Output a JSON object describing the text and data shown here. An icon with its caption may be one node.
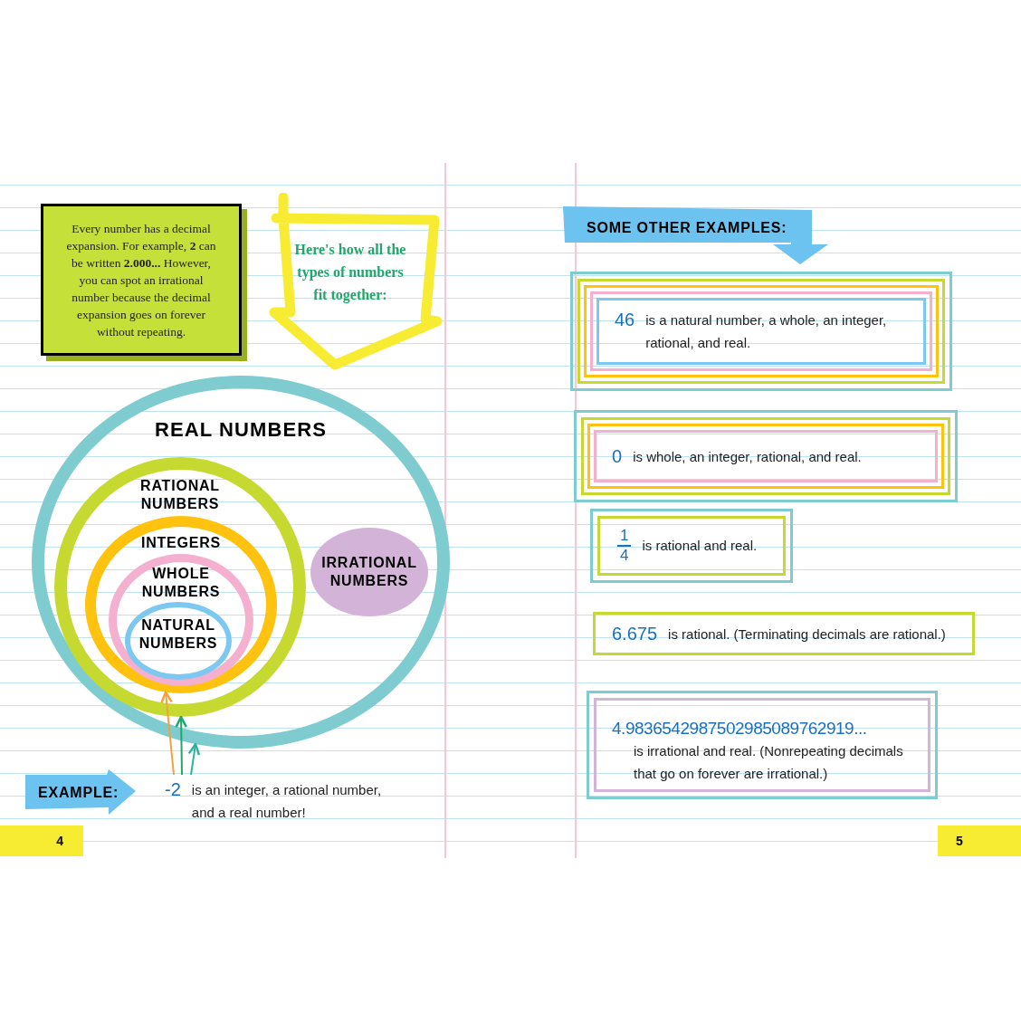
{
  "diagram": {
    "nodes": [
      {
        "text": [
          "Every number has a decimal expansion. For example, **2** can be written **2.000...** However, you can spot an irrational number because the decimal expansion goes on forever without repeating."
        ]
      },
      {
        "text": [
          "Here's how all the types of numbers fit together:"
        ]
      },
      {
        "text": [
          "REAL NUMBERS"
        ]
      },
      {
        "text": [
          "RATIONAL NUMBERS"
        ],
        "in": 2
      },
      {
        "text": [
          "INTEGERS"
        ],
        "in": 3
      },
      {
        "text": [
          "WHOLE NUMBERS"
        ],
        "in": 4
      },
      {
        "text": [
          "NATURAL NUMBERS"
        ],
        "in": 5
      },
      {
        "text": [
          "IRRATIONAL NUMBERS"
        ],
        "in": 2
      },
      {
        "text": [
          "EXAMPLE:"
        ]
      },
      {
        "text": [
          "-2",
          "is an integer, a rational number, and a real number!"
        ]
      },
      {
        "text": [
          "SOME OTHER EXAMPLES:"
        ]
      },
      {
        "text": [
          "46",
          "is a natural number, a whole, an integer, rational, and real."
        ]
      },
      {
        "text": [
          "0",
          "is whole, an integer, rational, and real."
        ]
      },
      {
        "text": [
          "1",
          "4",
          "is rational and real."
        ]
      },
      {
        "text": [
          "6.675",
          "is rational. (Terminating decimals are rational.)"
        ]
      },
      {
        "text": [
          "4.9836542987502985089762919...",
          "is irrational and real. (Nonrepeating decimals that go on forever are irrational.)"
        ]
      }
    ],
    "edges": [
      {
        "from": 9,
        "to": 4,
        "arrow": "to",
        "color": "#f5a23c"
      },
      {
        "from": 9,
        "to": 3,
        "arrow": "to",
        "color": "#1fa86a"
      },
      {
        "from": 9,
        "to": 2,
        "arrow": "to",
        "color": "#2bb3a3"
      }
    ],
    "labels": [
      "4",
      "5"
    ]
  }
}
